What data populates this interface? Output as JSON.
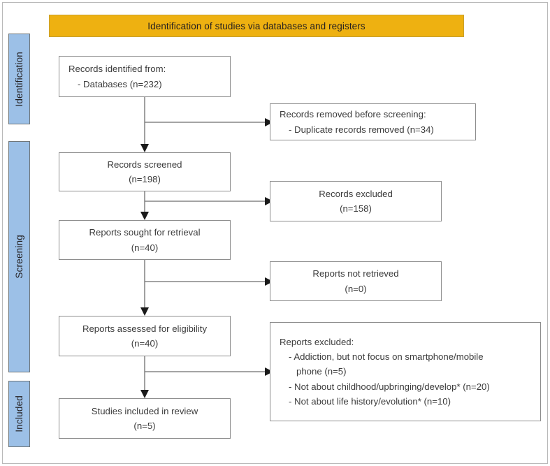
{
  "diagram": {
    "title": "Identification of studies via databases and registers",
    "colors": {
      "banner": "#eeb111",
      "stage_band": "#9cc0e7",
      "node_border": "#8d8d8d",
      "connector": "#6d6d6d"
    },
    "stages": [
      {
        "label": "Identification"
      },
      {
        "label": "Screening"
      },
      {
        "label": "Included"
      }
    ],
    "nodes": {
      "records_identified": {
        "line1": "Records identified from:",
        "line2": "- Databases (n=232)"
      },
      "records_removed": {
        "line1": "Records removed before screening:",
        "line2": "- Duplicate records removed (n=34)"
      },
      "records_screened": {
        "line1": "Records screened",
        "line2": "(n=198)"
      },
      "records_excluded": {
        "line1": "Records excluded",
        "line2": "(n=158)"
      },
      "reports_sought": {
        "line1": "Reports sought for retrieval",
        "line2": "(n=40)"
      },
      "reports_not_retrieved": {
        "line1": "Reports not retrieved",
        "line2": "(n=0)"
      },
      "reports_assessed": {
        "line1": "Reports assessed for eligibility",
        "line2": "(n=40)"
      },
      "reports_excluded": {
        "line1": "Reports excluded:",
        "line2": "- Addiction, but not focus on smartphone/mobile",
        "line3": "phone (n=5)",
        "line4": "- Not about childhood/upbringing/develop* (n=20)",
        "line5": "- Not about life history/evolution* (n=10)"
      },
      "studies_included": {
        "line1": "Studies included in review",
        "line2": "(n=5)"
      }
    }
  }
}
